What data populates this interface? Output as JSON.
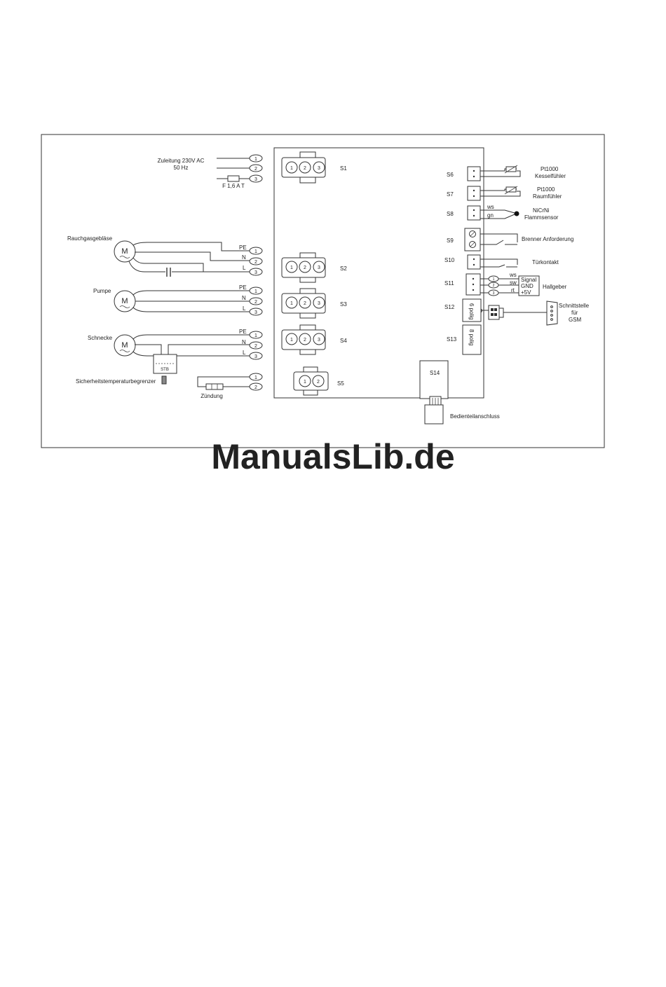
{
  "supply": {
    "title": "Zuleitung 230V AC",
    "freq": "50 Hz",
    "fuse": "F 1,6 A T"
  },
  "terminal_numbers": [
    "1",
    "2",
    "3"
  ],
  "wire_labels": {
    "pe": "PE",
    "n": "N",
    "l": "L"
  },
  "motor_symbol": "M",
  "components": {
    "smoke_fan": "Rauchgasgebläse",
    "pump": "Pumpe",
    "auger": "Schnecke",
    "stb": "STB",
    "safety_limiter": "Sicherheitstemperaturbegrenzer",
    "ignition": "Zündung"
  },
  "sockets": {
    "s1": "S1",
    "s2": "S2",
    "s3": "S3",
    "s4": "S4",
    "s5": "S5",
    "s6": "S6",
    "s7": "S7",
    "s8": "S8",
    "s9": "S9",
    "s10": "S10",
    "s11": "S11",
    "s12": "S12",
    "s13": "S13",
    "s14": "S14"
  },
  "right": {
    "pt1000": "Pt1000",
    "boiler_sensor": "Kesselfühler",
    "room_sensor": "Raumfühler",
    "nicrni": "NiCrNi",
    "flame_sensor": "Flammsensor",
    "ws": "ws",
    "gn": "gn",
    "burner_request": "Brenner Anforderung",
    "door_contact": "Türkontakt",
    "sw": "sw",
    "rt": "rt",
    "signal": "Signal",
    "gnd": "GND",
    "plus5v": "+5V",
    "hall": "Hallgeber",
    "pol6": "6 polig",
    "pol8": "8 polig",
    "interface": "Schnittstelle",
    "fuer": "für",
    "gsm": "GSM",
    "panel_conn": "Bedienteilanschluss"
  },
  "watermark": "ManualsLib.de",
  "colors": {
    "line": "#333333",
    "watermark": "#cfe0f6"
  }
}
